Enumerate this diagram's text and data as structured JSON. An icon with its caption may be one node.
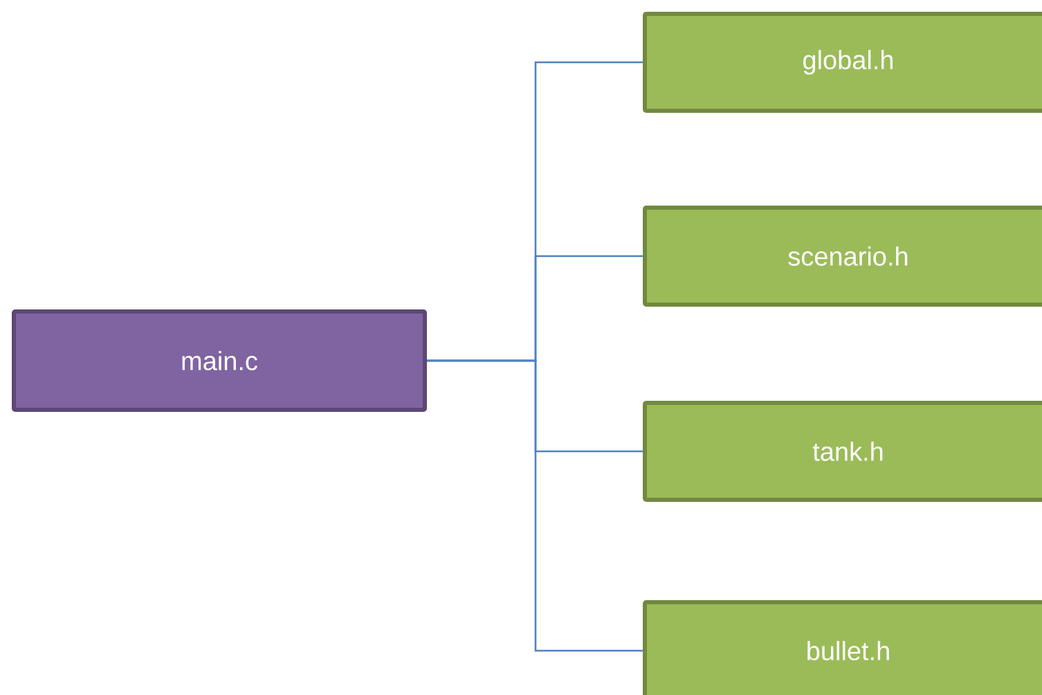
{
  "diagram": {
    "nodes": [
      {
        "text": [
          "main.c"
        ]
      },
      {
        "text": [
          "global.h"
        ]
      },
      {
        "text": [
          "scenario.h"
        ]
      },
      {
        "text": [
          "tank.h"
        ]
      },
      {
        "text": [
          "bullet.h"
        ]
      }
    ],
    "edges": [
      {
        "from": 0,
        "to": 1,
        "arrow": "none"
      },
      {
        "from": 0,
        "to": 2,
        "arrow": "none"
      },
      {
        "from": 0,
        "to": 3,
        "arrow": "none"
      },
      {
        "from": 0,
        "to": 4,
        "arrow": "none"
      }
    ]
  }
}
